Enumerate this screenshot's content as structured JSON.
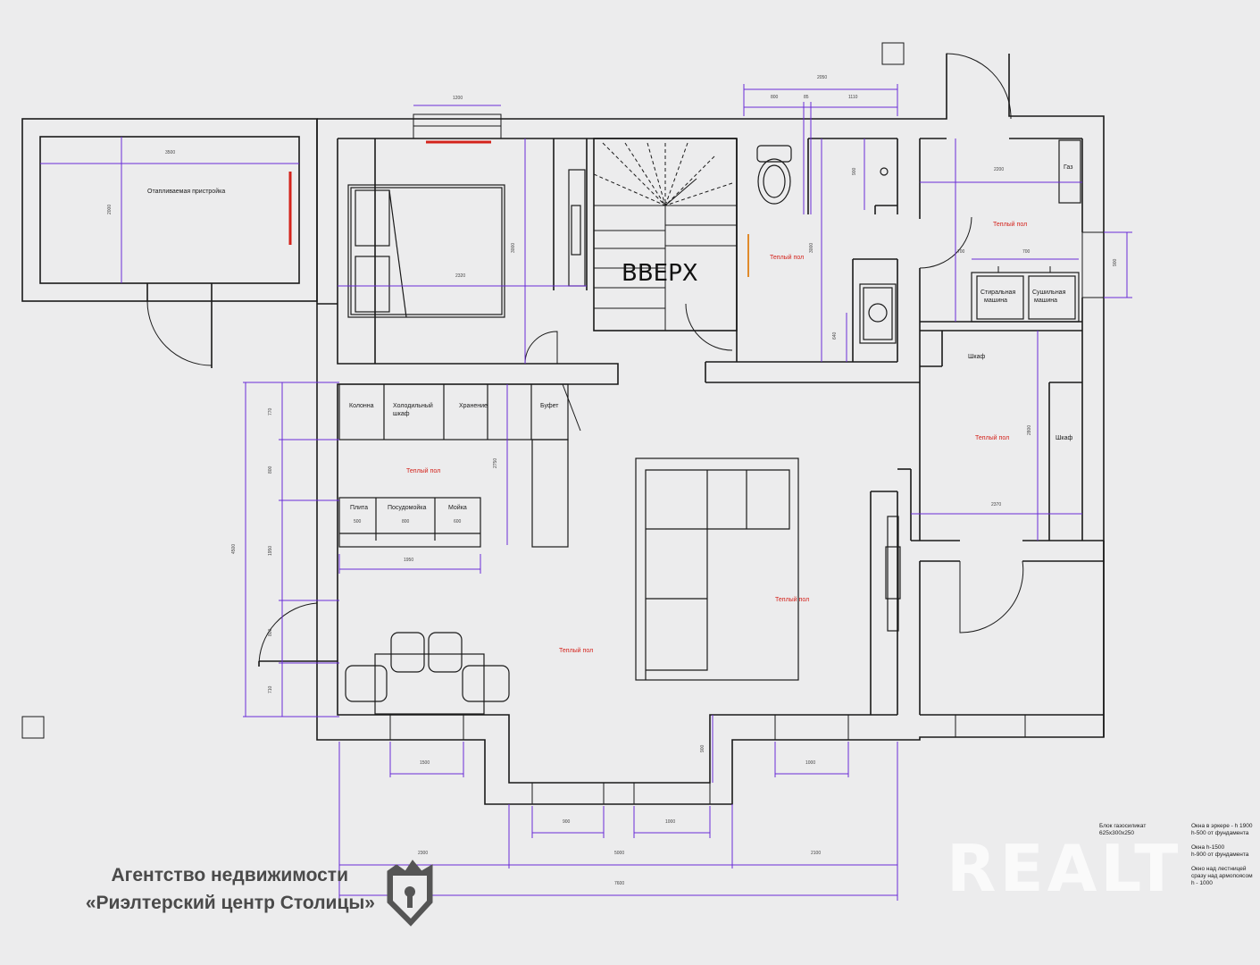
{
  "rooms": {
    "annex": "Отапливаемая пристройка",
    "stairs": "ВВЕРХ",
    "gas": "Газ",
    "washer_1": "Стиральная",
    "washer_2": "машина",
    "dryer_1": "Сушильная",
    "dryer_2": "машина",
    "wardrobe_1": "Шкаф",
    "wardrobe_2": "Шкаф",
    "column": "Колонна",
    "fridge_1": "Холодильный",
    "fridge_2": "шкаф",
    "storage": "Хранение",
    "buffet": "Буфет",
    "stove": "Плита",
    "dishwasher": "Посудомойка",
    "sink": "Мойка"
  },
  "heated_floor": "Теплый пол",
  "dimensions": {
    "d3500": "3500",
    "d2000": "2000",
    "d1200": "1200",
    "d2050": "2050",
    "d800": "800",
    "d85": "85",
    "d1110": "1110",
    "d2200": "2200",
    "d900": "900",
    "d700": "700",
    "d3000": "3000",
    "d2320": "2320",
    "d640": "640",
    "d770": "770",
    "d4500": "4500",
    "d2750": "2750",
    "d500": "500",
    "d600": "600",
    "d1950": "1950",
    "d1500": "1500",
    "d1000": "1000",
    "d2300": "2300",
    "d5000": "5000",
    "d2100": "2100",
    "d7600": "7600",
    "d2370": "2370",
    "d2800": "2800",
    "d710": "710"
  },
  "legend": {
    "block_1": "Блок газосиликат",
    "block_2": "625х300х250",
    "win_1": "Окна в эркере - h 1900",
    "win_2": "h-500 от фундамента",
    "win_3": "Окна h-1500",
    "win_4": "h-900 от фундамента",
    "win_5": "Окно над лестницей",
    "win_6": "сразу над армопоясом",
    "win_7": "h - 1000"
  },
  "agency": {
    "line1": "Агентство недвижимости",
    "line2": "«Риэлтерский центр Столицы»"
  },
  "watermark": "REALT",
  "colors": {
    "dimension": "#6a2bd6",
    "heated_floor_text": "#d4231c",
    "radiator": "#d4231c"
  }
}
